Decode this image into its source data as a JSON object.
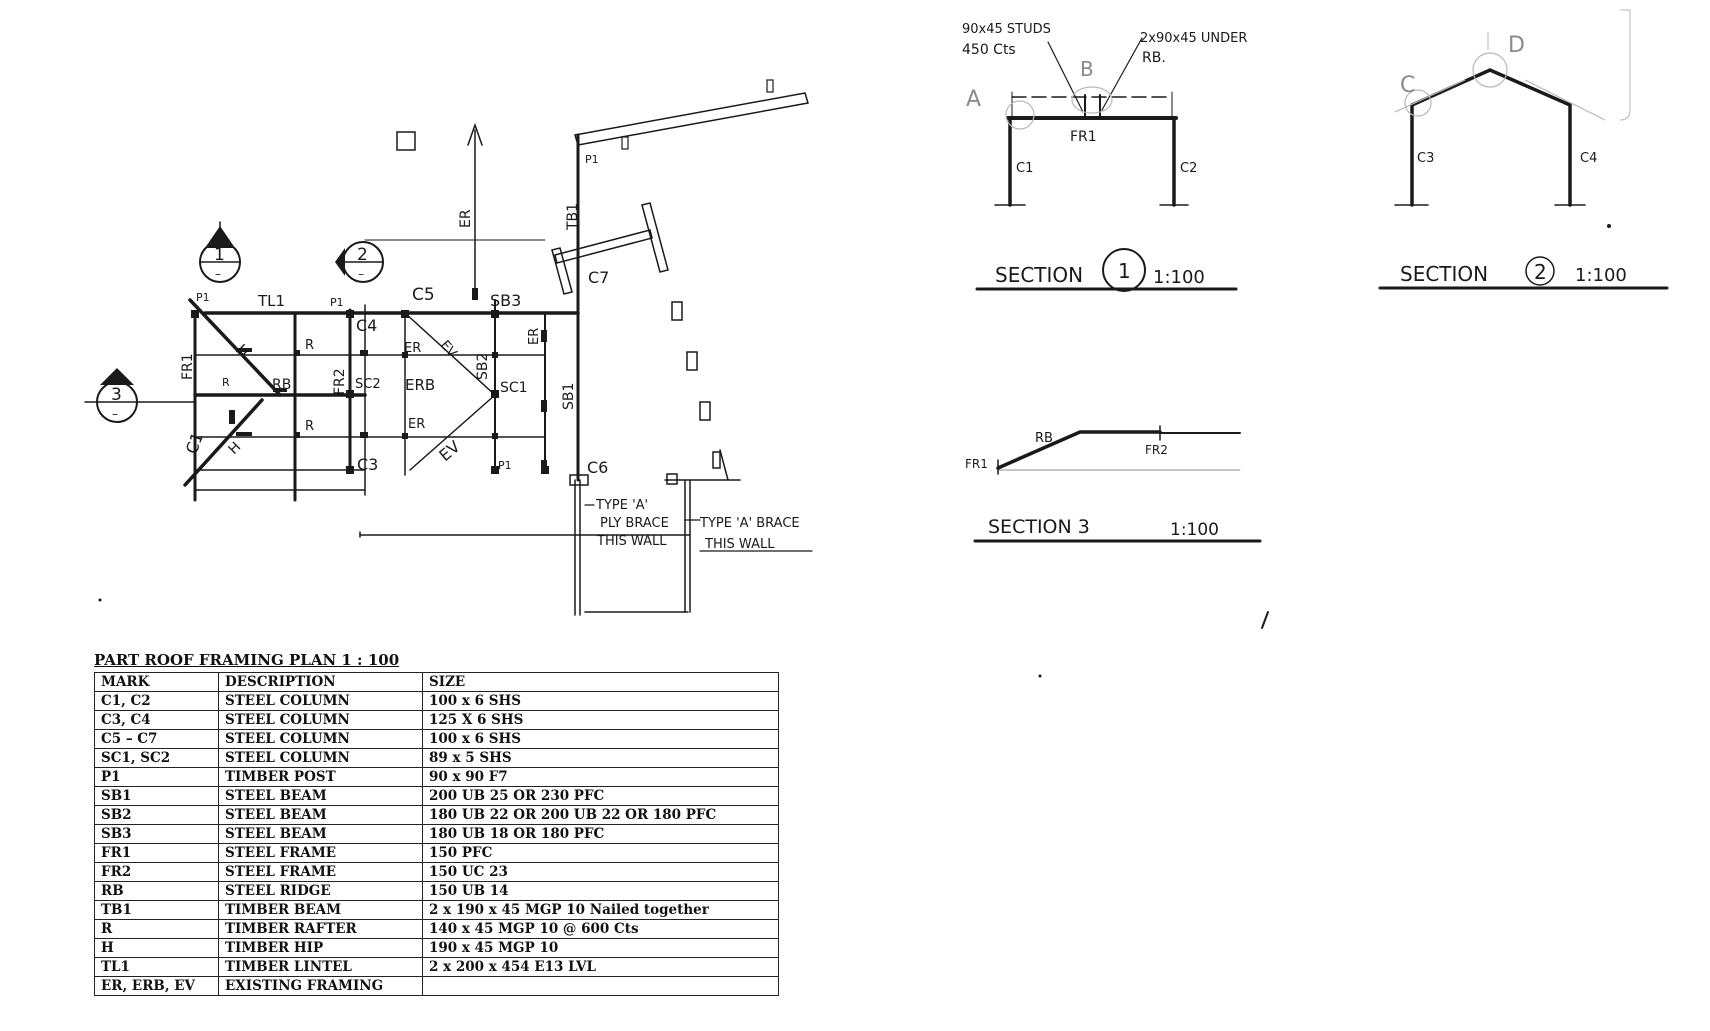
{
  "plan": {
    "labels": {
      "tl1": "TL1",
      "p1_a": "P1",
      "p1_b": "P1",
      "p1_c": "P1",
      "p1_d": "P1",
      "c5": "C5",
      "sb3": "SB3",
      "c4": "C4",
      "fr1": "FR1",
      "fr2": "FR2",
      "rb": "RB",
      "sc2": "SC2",
      "erb": "ERB",
      "sc1": "SC1",
      "sb2": "SB2",
      "sb1": "SB1",
      "c1": "C1",
      "c3": "C3",
      "c6": "C6",
      "c7": "C7",
      "tb1": "TB1",
      "er_top": "ER",
      "er_right": "ER",
      "er_a": "ER",
      "er_b": "ER",
      "ev_a": "EV",
      "ev_b": "EV",
      "h_a": "H",
      "h_b": "H",
      "r_a": "R",
      "r_b": "R",
      "r_small": "R"
    },
    "markers": {
      "s1": "1",
      "s2": "2",
      "s3": "3",
      "dash": "–"
    },
    "notes": {
      "brace1_l1": "TYPE 'A'",
      "brace1_l2": "PLY BRACE",
      "brace1_l3": "THIS WALL",
      "brace2_l1": "TYPE 'A' BRACE",
      "brace2_l2": "THIS WALL"
    }
  },
  "sections": {
    "s1": {
      "note_studs_l1": "90x45 STUDS",
      "note_studs_l2": "450 Cts",
      "note_under_l1": "2x90x45 UNDER",
      "note_under_l2": "RB.",
      "a": "A",
      "b": "B",
      "fr1": "FR1",
      "c1": "C1",
      "c2": "C2",
      "title": "SECTION",
      "num": "1",
      "scale": "1:100"
    },
    "s2": {
      "c": "C",
      "d": "D",
      "c3": "C3",
      "c4": "C4",
      "title": "SECTION",
      "num": "2",
      "scale": "1:100"
    },
    "s3": {
      "rb": "RB",
      "fr1": "FR1",
      "fr2": "FR2",
      "title": "SECTION 3",
      "scale": "1:100"
    }
  },
  "schedule": {
    "title": "PART ROOF FRAMING PLAN 1 : 100",
    "headers": [
      "MARK",
      "DESCRIPTION",
      "SIZE"
    ],
    "rows": [
      [
        "C1, C2",
        "STEEL COLUMN",
        "100 x 6 SHS"
      ],
      [
        "C3, C4",
        "STEEL COLUMN",
        "125 X 6 SHS"
      ],
      [
        "C5 – C7",
        "STEEL COLUMN",
        "100 x 6 SHS"
      ],
      [
        "SC1, SC2",
        "STEEL COLUMN",
        "89 x 5 SHS"
      ],
      [
        "P1",
        "TIMBER POST",
        "90 x 90 F7"
      ],
      [
        "SB1",
        "STEEL BEAM",
        "200 UB 25 OR 230 PFC"
      ],
      [
        "SB2",
        "STEEL BEAM",
        "180 UB 22 OR 200 UB 22 OR 180 PFC"
      ],
      [
        "SB3",
        "STEEL BEAM",
        "180 UB 18 OR 180 PFC"
      ],
      [
        "FR1",
        "STEEL FRAME",
        "150 PFC"
      ],
      [
        "FR2",
        "STEEL FRAME",
        "150 UC 23"
      ],
      [
        "RB",
        "STEEL RIDGE",
        "150 UB 14"
      ],
      [
        "TB1",
        "TIMBER BEAM",
        "2 x 190 x 45 MGP 10 Nailed together"
      ],
      [
        "R",
        "TIMBER RAFTER",
        "140 x 45 MGP 10 @ 600 Cts"
      ],
      [
        "H",
        "TIMBER HIP",
        "190 x 45 MGP 10"
      ],
      [
        "TL1",
        "TIMBER LINTEL",
        "2 x 200 x 454 E13 LVL"
      ],
      [
        "ER, ERB, EV",
        "EXISTING FRAMING",
        ""
      ]
    ]
  }
}
